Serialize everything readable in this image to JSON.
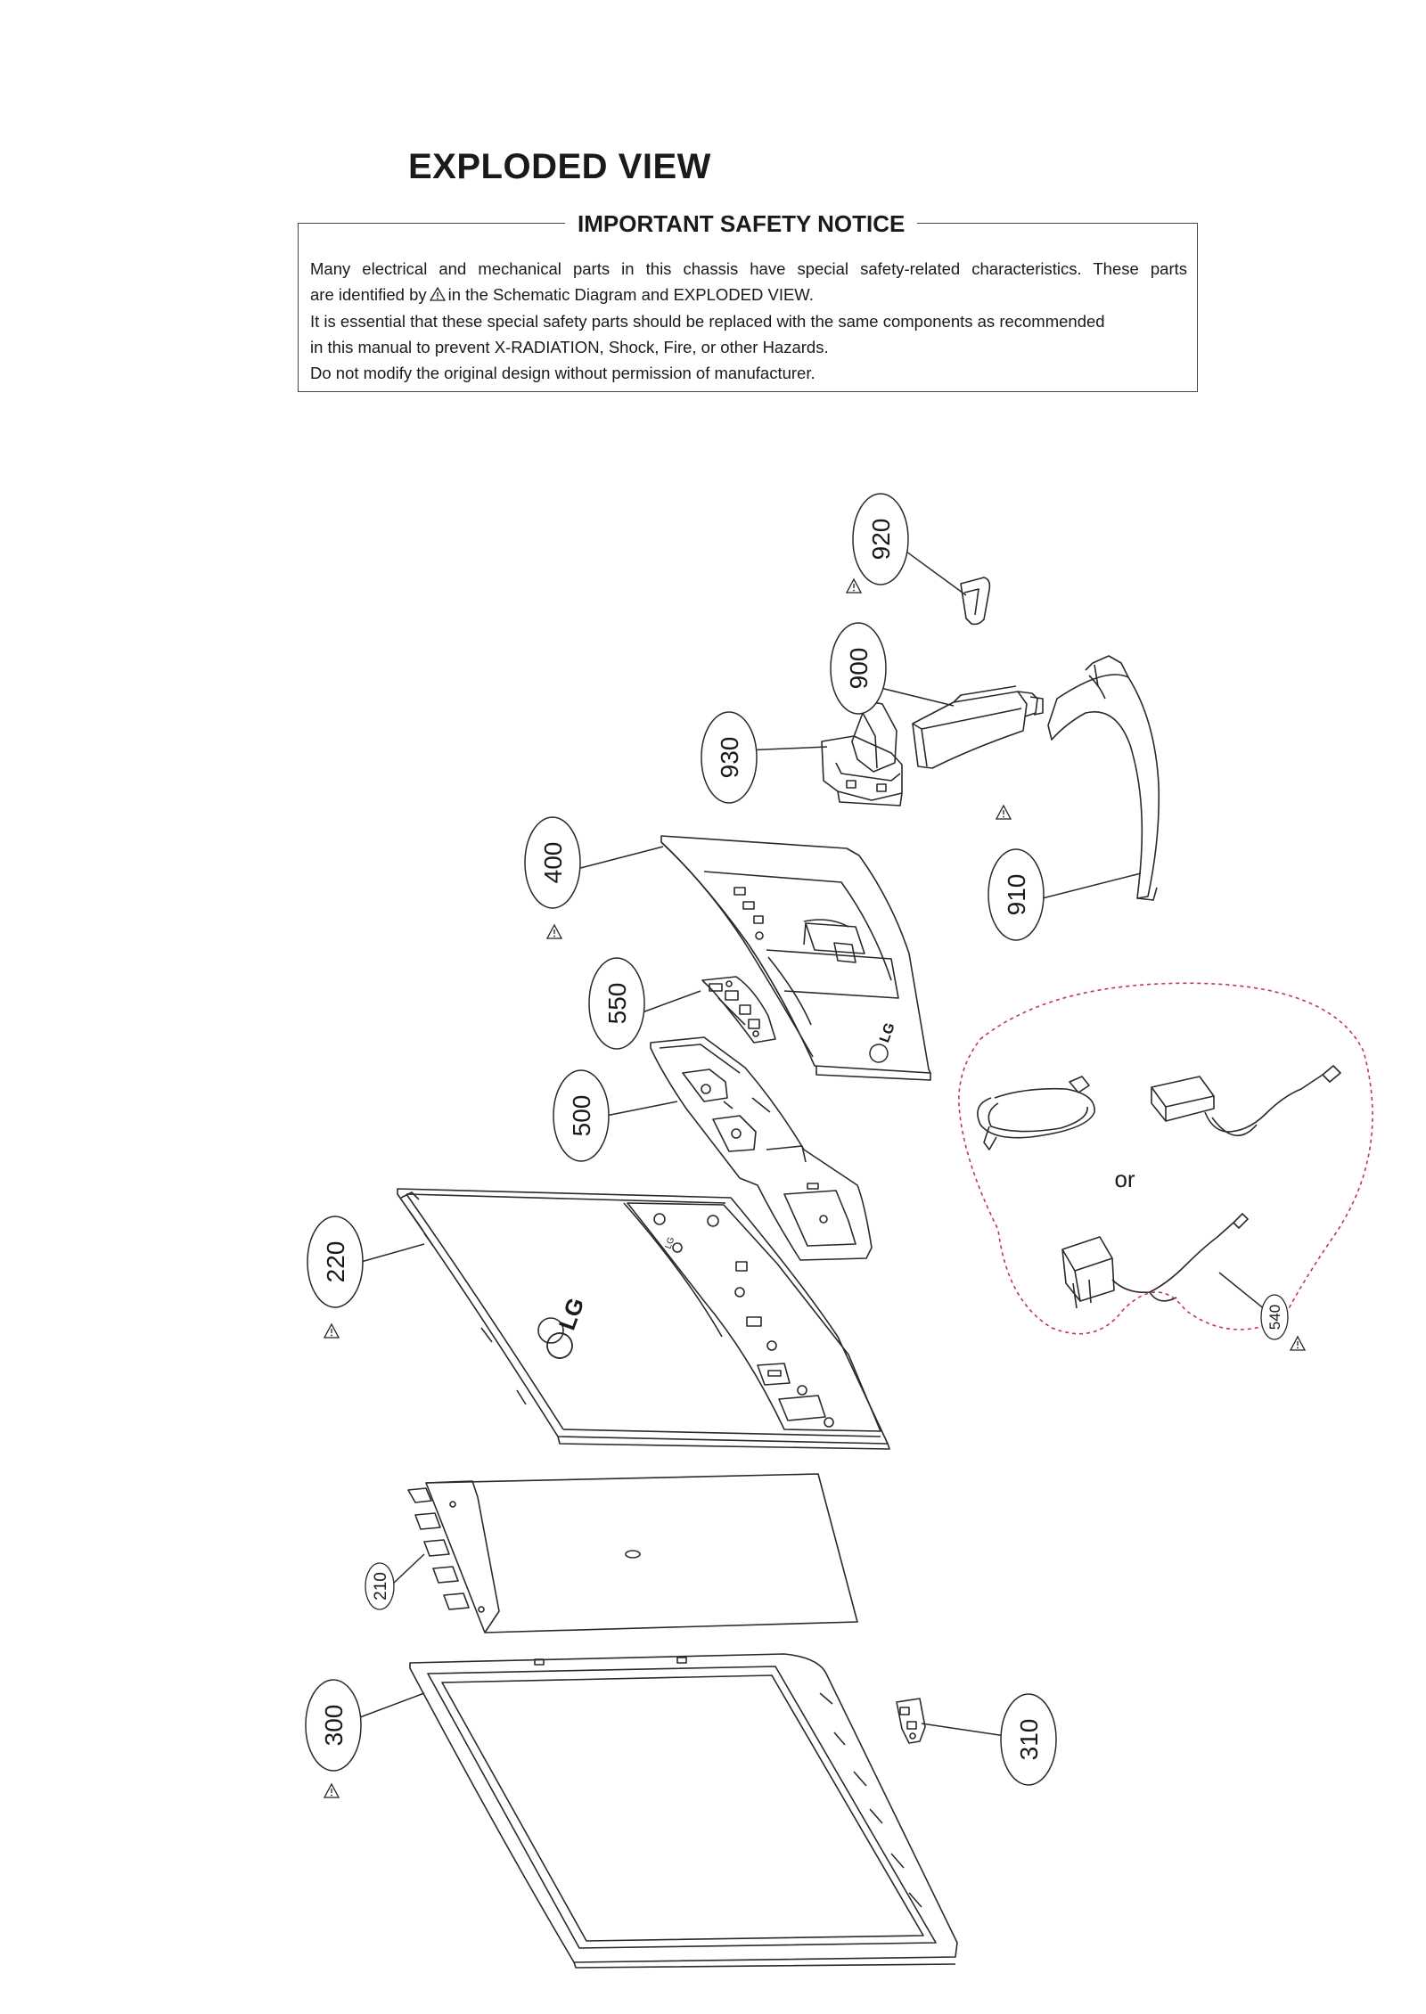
{
  "title": "EXPLODED VIEW",
  "notice": {
    "heading": "IMPORTANT SAFETY NOTICE",
    "line1": "Many electrical and mechanical parts in this chassis have special safety-related characteristics. These parts",
    "line2a": "are identified by",
    "line2b": "in the Schematic Diagram and EXPLODED VIEW.",
    "line3": "It is essential that these special safety parts should be replaced with the same components as recommended",
    "line4": "in this manual to prevent X-RADIATION, Shock, Fire, or other Hazards.",
    "line5": "Do not modify the original design without permission of manufacturer."
  },
  "diagram": {
    "callouts": {
      "c920": "920",
      "c900": "900",
      "c930": "930",
      "c400": "400",
      "c910": "910",
      "c550": "550",
      "c500": "500",
      "c220": "220",
      "c540": "540",
      "c210": "210",
      "c300": "300",
      "c310": "310"
    },
    "adapter_alternative_label": "or",
    "logo_text": "LG",
    "outline_color": "#c0306a"
  }
}
